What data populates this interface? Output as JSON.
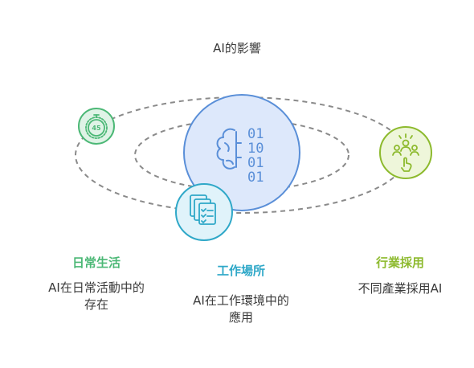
{
  "title": "AI的影響",
  "nodes": {
    "daily": {
      "label": "日常生活",
      "description_line1": "AI在日常活動中的",
      "description_line2": "存在",
      "color": "#4CB876",
      "icon": "stopwatch-45-icon"
    },
    "work": {
      "label": "工作場所",
      "description_line1": "AI在工作環境中的",
      "description_line2": "應用",
      "color": "#2FA8C8",
      "icon": "checklist-documents-icon"
    },
    "industry": {
      "label": "行業採用",
      "description": "不同產業採用AI",
      "color": "#8DBA2E",
      "icon": "people-hand-adoption-icon"
    },
    "center": {
      "binary_line1": "01",
      "binary_line2": "10",
      "binary_line3": "01",
      "binary_line4": "01",
      "color": "#5A8FD8",
      "icon": "brain-binary-icon"
    },
    "stopwatch_number": "45"
  }
}
